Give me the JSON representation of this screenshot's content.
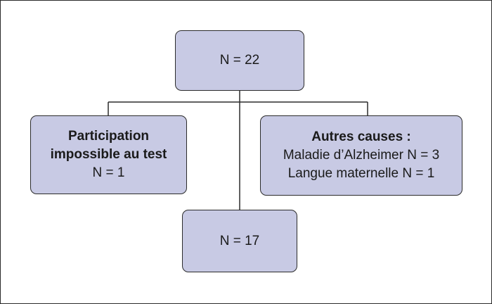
{
  "diagram": {
    "top": {
      "text": "N = 22"
    },
    "left": {
      "title_line1": "Participation",
      "title_line2": "impossible au test",
      "count": "N = 1"
    },
    "right": {
      "title": "Autres causes :",
      "line1": "Maladie d’Alzheimer N = 3",
      "line2": "Langue maternelle N = 1"
    },
    "bottom": {
      "text": "N = 17"
    }
  }
}
